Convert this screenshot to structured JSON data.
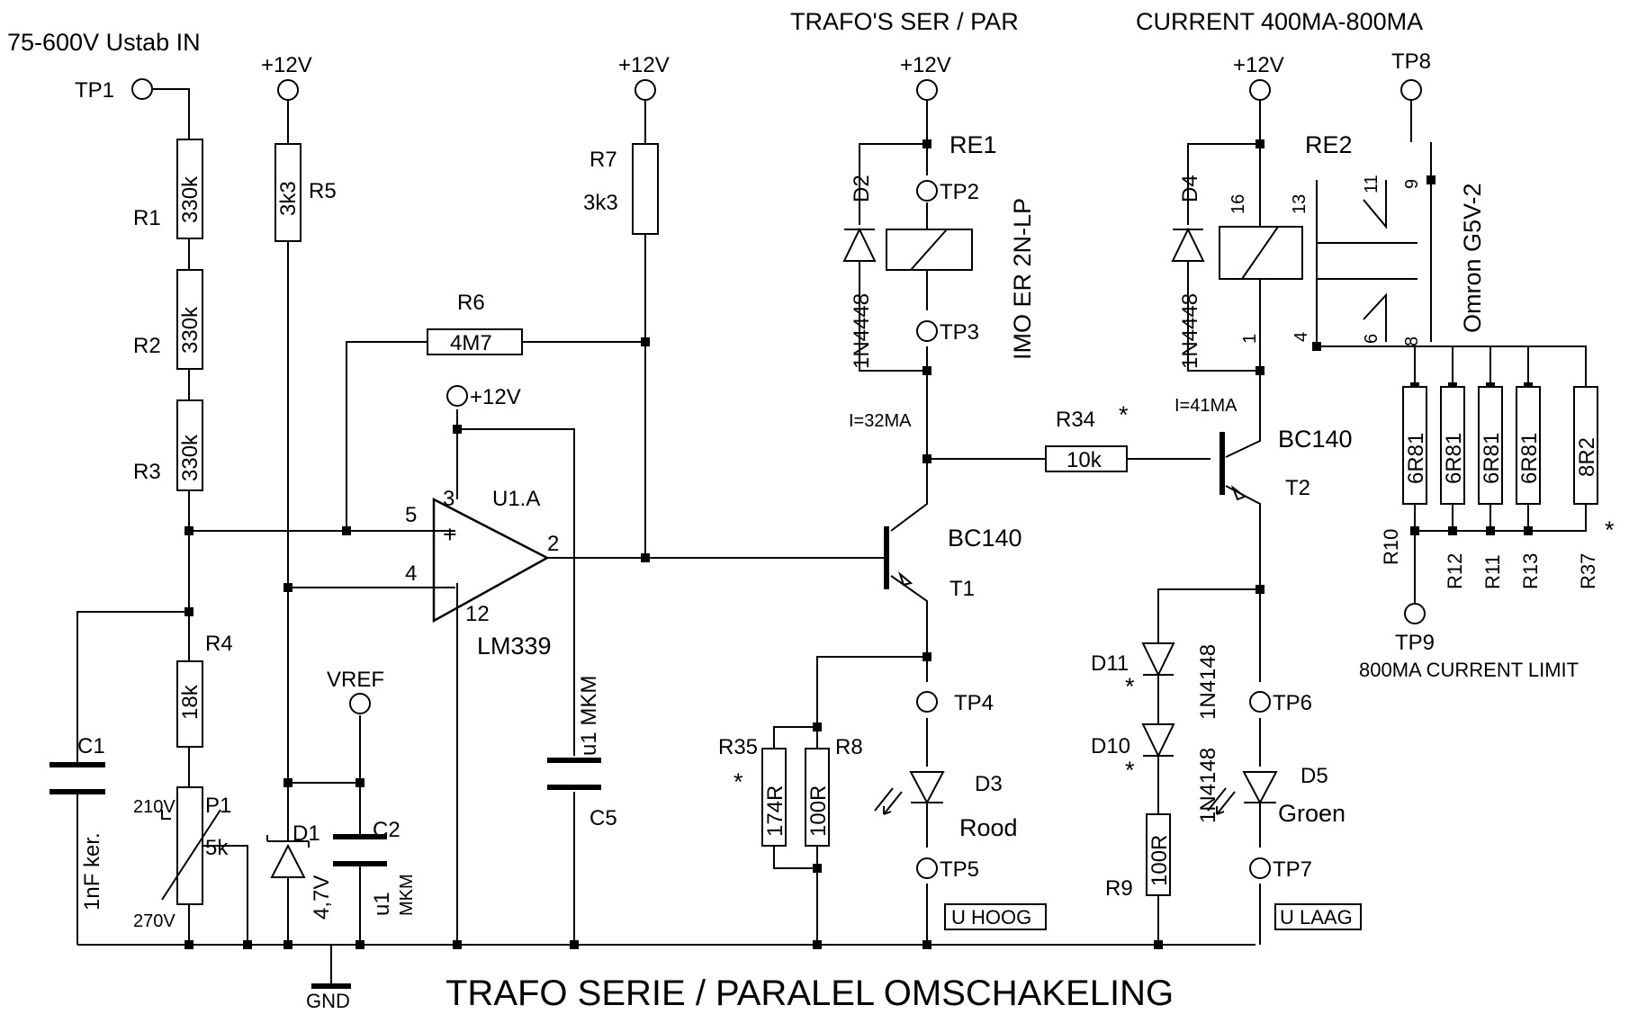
{
  "title": "TRAFO SERIE / PARALEL OMSCHAKELING",
  "headings": {
    "input": "75-600V Ustab IN",
    "trafo": "TRAFO'S SER / PAR",
    "current": "CURRENT 400MA-800MA",
    "current_limit": "800MA CURRENT LIMIT"
  },
  "supply": "+12V",
  "ground": "GND",
  "vref": "VREF",
  "test_points": [
    "TP1",
    "TP2",
    "TP3",
    "TP4",
    "TP5",
    "TP6",
    "TP7",
    "TP8",
    "TP9"
  ],
  "resistors": {
    "R1": {
      "label": "R1",
      "value": "330k"
    },
    "R2": {
      "label": "R2",
      "value": "330k"
    },
    "R3": {
      "label": "R3",
      "value": "330k"
    },
    "R4": {
      "label": "R4",
      "value": "18k"
    },
    "R5": {
      "label": "R5",
      "value": "3k3"
    },
    "R6": {
      "label": "R6",
      "value": "4M7"
    },
    "R7": {
      "label": "R7",
      "value": "3k3"
    },
    "R8": {
      "label": "R8",
      "value": "100R"
    },
    "R9": {
      "label": "R9",
      "value": "100R"
    },
    "R10": {
      "label": "R10",
      "value": "6R81"
    },
    "R11": {
      "label": "R11",
      "value": "6R81"
    },
    "R12": {
      "label": "R12",
      "value": "6R81"
    },
    "R13": {
      "label": "R13",
      "value": "6R81"
    },
    "R34": {
      "label": "R34",
      "value": "10k"
    },
    "R35": {
      "label": "R35",
      "value": "174R"
    },
    "R37": {
      "label": "R37",
      "value": "8R2"
    }
  },
  "pot": {
    "label": "P1",
    "value": "5k",
    "top": "210V",
    "bottom": "270V"
  },
  "capacitors": {
    "C1": {
      "label": "C1",
      "value": "1nF ker."
    },
    "C2": {
      "label": "C2",
      "value": "u1",
      "type": "MKM"
    },
    "C5": {
      "label": "C5",
      "value": "u1 MKM"
    }
  },
  "diodes": {
    "D1": {
      "label": "D1",
      "value": "4,7V"
    },
    "D2": {
      "label": "D2",
      "value": "1N4448"
    },
    "D3": {
      "label": "D3",
      "color": "Rood"
    },
    "D4": {
      "label": "D4",
      "value": "1N4448"
    },
    "D5": {
      "label": "D5",
      "color": "Groen"
    },
    "D10": {
      "label": "D10",
      "value": "1N4148"
    },
    "D11": {
      "label": "D11",
      "value": "1N4148"
    }
  },
  "opamp": {
    "name": "U1.A",
    "part": "LM339",
    "pin_plus": "5",
    "pin_minus": "4",
    "pin_out": "2",
    "pin_vcc": "3",
    "pin_gnd": "12",
    "plus": "+",
    "minus": "-"
  },
  "transistors": {
    "T1": {
      "label": "T1",
      "part": "BC140",
      "current": "I=32MA"
    },
    "T2": {
      "label": "T2",
      "part": "BC140",
      "current": "I=41MA"
    }
  },
  "relays": {
    "RE1": {
      "label": "RE1",
      "part": "IMO ER 2N-LP"
    },
    "RE2": {
      "label": "RE2",
      "part": "Omron G5V-2",
      "pins": [
        "16",
        "13",
        "11",
        "9",
        "1",
        "4",
        "6",
        "8"
      ]
    }
  },
  "indicators": {
    "high": "U HOOG",
    "low": "U LAAG"
  },
  "marker": "*"
}
